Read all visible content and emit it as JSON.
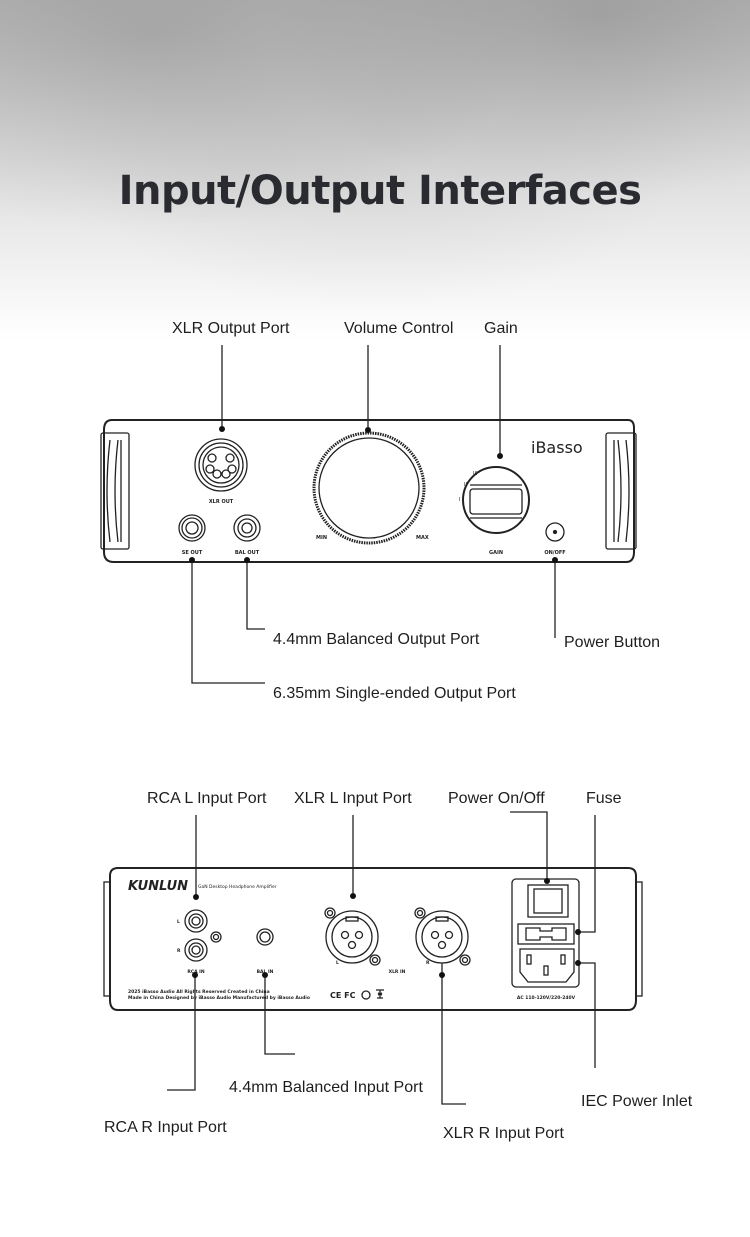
{
  "title": "Input/Output Interfaces",
  "front_panel": {
    "callouts": {
      "xlr_output": "XLR Output Port",
      "volume": "Volume Control",
      "gain": "Gain",
      "bal_output": "4.4mm Balanced Output Port",
      "se_output": "6.35mm Single-ended Output Port",
      "power_button": "Power Button"
    },
    "panel_text": {
      "brand": "iBasso",
      "xlr_out": "XLR OUT",
      "se_out": "SE OUT",
      "bal_out": "BAL OUT",
      "min": "MIN",
      "max": "MAX",
      "gain": "GAIN",
      "on_off": "ON/OFF",
      "gain_levels": [
        "I",
        "II",
        "III"
      ]
    }
  },
  "rear_panel": {
    "callouts": {
      "rca_l": "RCA L Input Port",
      "xlr_l": "XLR L Input Port",
      "power_onoff": "Power On/Off",
      "fuse": "Fuse",
      "bal_input": "4.4mm Balanced Input Port",
      "rca_r": "RCA R Input Port",
      "xlr_r": "XLR R Input Port",
      "iec": "IEC Power Inlet"
    },
    "panel_text": {
      "model": "KUNLUN",
      "subtitle": "GaN Desktop Headphone Amplifier",
      "rca_l": "L",
      "rca_r": "R",
      "rca_in": "RCA IN",
      "bal_in": "BAL IN",
      "xlr_l": "L",
      "xlr_r": "R",
      "xlr_in": "XLR IN",
      "copyright_line1": "2025 iBasso Audio All Rights Reserved Created in China",
      "copyright_line2": "Made in China  Designed by iBasso Audio Manufactured by iBasso Audio",
      "cert_marks": "CE FC",
      "voltage": "AC 110-120V/220-240V"
    }
  }
}
